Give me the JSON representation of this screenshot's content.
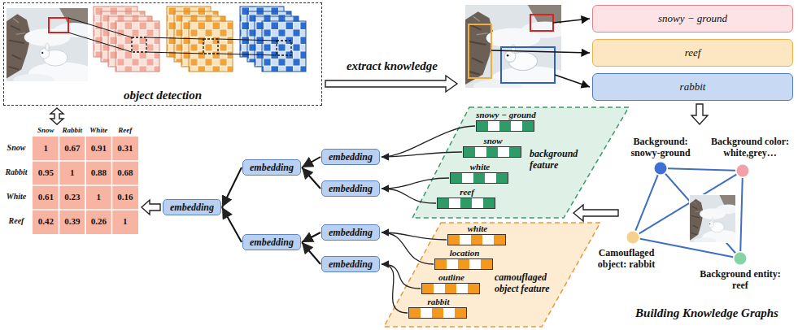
{
  "diagram": {
    "nodes": [
      {
        "text": [
          "object detection"
        ]
      },
      {
        "text": [
          "snowy − ground"
        ]
      },
      {
        "text": [
          "reef"
        ]
      },
      {
        "text": [
          "rabbit"
        ]
      },
      {
        "text": [
          "Background: snowy-ground"
        ]
      },
      {
        "text": [
          "Background color: white,grey…"
        ]
      },
      {
        "text": [
          "Camouflaged object: rabbit"
        ]
      },
      {
        "text": [
          "Background entity: reef"
        ]
      },
      {
        "text": [
          "background feature"
        ]
      },
      {
        "text": [
          "snowy − ground"
        ],
        "in": 8
      },
      {
        "text": [
          "snow"
        ],
        "in": 8
      },
      {
        "text": [
          "white"
        ],
        "in": 8
      },
      {
        "text": [
          "reef"
        ],
        "in": 8
      },
      {
        "text": [
          "camouflaged object feature"
        ]
      },
      {
        "text": [
          "white"
        ],
        "in": 13
      },
      {
        "text": [
          "location"
        ],
        "in": 13
      },
      {
        "text": [
          "outline"
        ],
        "in": 13
      },
      {
        "text": [
          "rabbit"
        ],
        "in": 13
      },
      {
        "text": [
          "embedding"
        ]
      },
      {
        "text": [
          "embedding"
        ]
      },
      {
        "text": [
          "embedding"
        ]
      },
      {
        "text": [
          "embedding"
        ]
      },
      {
        "text": [
          "embedding"
        ]
      },
      {
        "text": [
          "embedding"
        ]
      },
      {
        "text": [
          "embedding"
        ]
      }
    ],
    "edges": [
      {
        "from": 4,
        "to": 5,
        "arrow": "none"
      },
      {
        "from": 4,
        "to": 6,
        "arrow": "none"
      },
      {
        "from": 4,
        "to": 7,
        "arrow": "none"
      },
      {
        "from": 5,
        "to": 6,
        "arrow": "none"
      },
      {
        "from": 5,
        "to": 7,
        "arrow": "none"
      },
      {
        "from": 6,
        "to": 7,
        "arrow": "none"
      },
      {
        "from": 9,
        "to": 21,
        "arrow": "to"
      },
      {
        "from": 10,
        "to": 21,
        "arrow": "to"
      },
      {
        "from": 11,
        "to": 22,
        "arrow": "to"
      },
      {
        "from": 12,
        "to": 22,
        "arrow": "to"
      },
      {
        "from": 14,
        "to": 23,
        "arrow": "to"
      },
      {
        "from": 15,
        "to": 23,
        "arrow": "to"
      },
      {
        "from": 16,
        "to": 24,
        "arrow": "to"
      },
      {
        "from": 17,
        "to": 24,
        "arrow": "to"
      },
      {
        "from": 21,
        "to": 19,
        "arrow": "to"
      },
      {
        "from": 22,
        "to": 19,
        "arrow": "to"
      },
      {
        "from": 23,
        "to": 20,
        "arrow": "to"
      },
      {
        "from": 24,
        "to": 20,
        "arrow": "to"
      },
      {
        "from": 19,
        "to": 18,
        "arrow": "to"
      },
      {
        "from": 20,
        "to": 18,
        "arrow": "to"
      }
    ],
    "labels": [
      "extract knowledge",
      "Building Knowledge Graphs",
      "Snow",
      "Rabbit",
      "White",
      "Reef",
      "Snow",
      "1",
      "0.67",
      "0.91",
      "0.31",
      "Rabbit",
      "0.95",
      "1",
      "0.88",
      "0.68",
      "White",
      "0.61",
      "0.23",
      "1",
      "0.16",
      "Reef",
      "0.42",
      "0.39",
      "0.26",
      "1"
    ]
  }
}
